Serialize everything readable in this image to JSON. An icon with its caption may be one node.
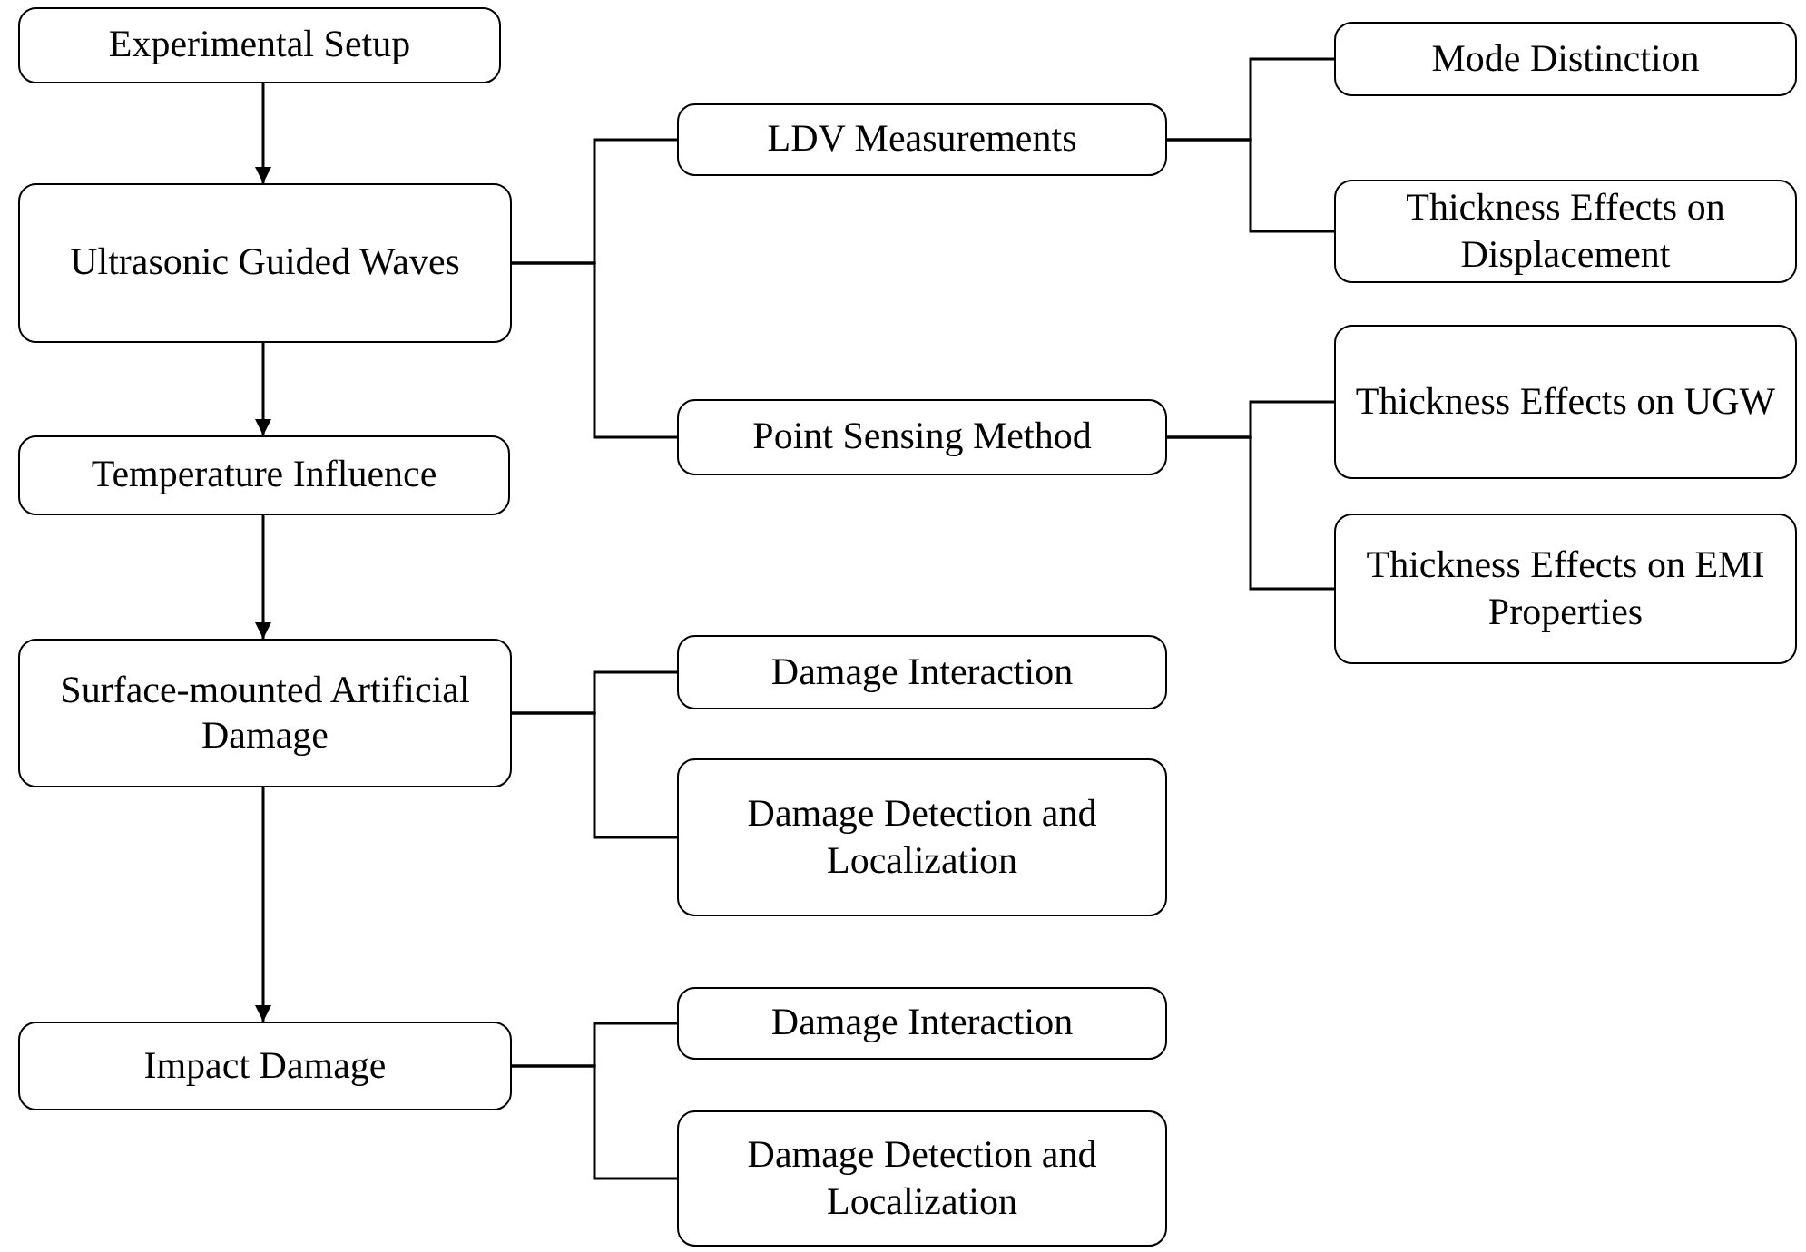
{
  "diagram": {
    "nodes": [
      {
        "text": [
          "Experimental Setup"
        ]
      },
      {
        "text": [
          "Ultrasonic Guided Waves"
        ]
      },
      {
        "text": [
          "Temperature Influence"
        ]
      },
      {
        "text": [
          "Surface-mounted Artificial Damage"
        ]
      },
      {
        "text": [
          "Impact Damage"
        ]
      },
      {
        "text": [
          "LDV Measurements"
        ]
      },
      {
        "text": [
          "Point Sensing Method"
        ]
      },
      {
        "text": [
          "Mode Distinction"
        ]
      },
      {
        "text": [
          "Thickness Effects on Displacement"
        ]
      },
      {
        "text": [
          "Thickness Effects on UGW"
        ]
      },
      {
        "text": [
          "Thickness Effects on EMI Properties"
        ]
      },
      {
        "text": [
          "Damage Interaction"
        ]
      },
      {
        "text": [
          "Damage Detection and Localization"
        ]
      },
      {
        "text": [
          "Damage Interaction"
        ]
      },
      {
        "text": [
          "Damage Detection and Localization"
        ]
      }
    ],
    "edges": [
      {
        "from": 0,
        "to": 1,
        "arrow": "to"
      },
      {
        "from": 1,
        "to": 2,
        "arrow": "to"
      },
      {
        "from": 2,
        "to": 3,
        "arrow": "to"
      },
      {
        "from": 3,
        "to": 4,
        "arrow": "to"
      },
      {
        "from": 1,
        "to": 5,
        "arrow": "none"
      },
      {
        "from": 1,
        "to": 6,
        "arrow": "none"
      },
      {
        "from": 5,
        "to": 7,
        "arrow": "none"
      },
      {
        "from": 5,
        "to": 8,
        "arrow": "none"
      },
      {
        "from": 6,
        "to": 9,
        "arrow": "none"
      },
      {
        "from": 6,
        "to": 10,
        "arrow": "none"
      },
      {
        "from": 3,
        "to": 11,
        "arrow": "none"
      },
      {
        "from": 3,
        "to": 12,
        "arrow": "none"
      },
      {
        "from": 4,
        "to": 13,
        "arrow": "none"
      },
      {
        "from": 4,
        "to": 14,
        "arrow": "none"
      }
    ]
  }
}
